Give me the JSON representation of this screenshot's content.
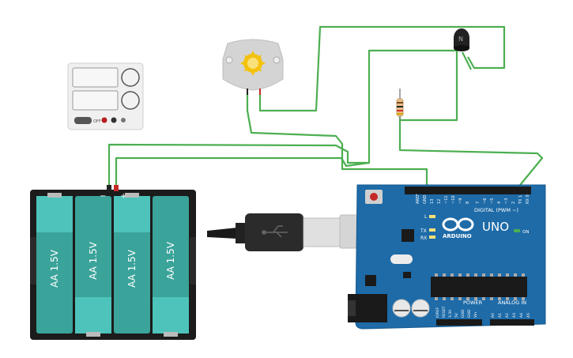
{
  "workspace": {
    "battery_pack": {
      "cell_label": "AA 1.5V",
      "neg_symbol": "−",
      "pos_symbol": "+"
    },
    "power_supply": {
      "button_label": "OFF"
    },
    "arduino": {
      "logo_text": "ARDUINO",
      "model": "UNO",
      "on_label": "ON",
      "tx_label": "TX",
      "rx_label": "RX",
      "l_label": "L",
      "digital_label": "DIGITAL (PWM ~)",
      "power_label": "POWER",
      "analog_label": "ANALOG IN",
      "top_pins": [
        "AREF",
        "GND",
        "13",
        "12",
        "~11",
        "~10",
        "~9",
        "8",
        "7",
        "~6",
        "~5",
        "4",
        "~3",
        "2",
        "TX 1",
        "RX 0"
      ],
      "power_pins": [
        "IOREF",
        "RESET",
        "3.3V",
        "5V",
        "GND",
        "GND",
        "Vin"
      ],
      "analog_pins": [
        "A0",
        "A1",
        "A2",
        "A3",
        "A4",
        "A5"
      ]
    }
  },
  "colors": {
    "wire": "#4caf50",
    "board": "#1e6ba8",
    "battery_cell": "#3aa39a",
    "battery_cell_light": "#4dc3bb"
  }
}
